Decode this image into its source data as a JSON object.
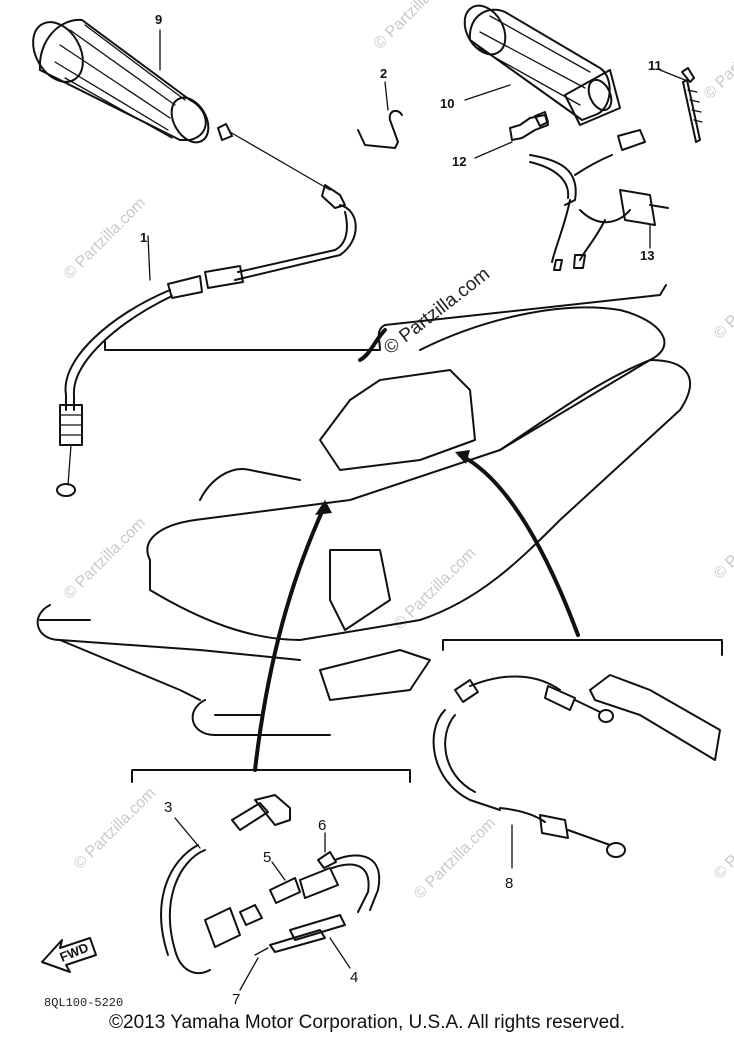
{
  "diagram": {
    "callouts": {
      "c1": "1",
      "c2": "2",
      "c3": "3",
      "c4": "4",
      "c5": "5",
      "c6": "6",
      "c7": "7",
      "c8": "8",
      "c9": "9",
      "c10": "10",
      "c11": "11",
      "c12": "12",
      "c13": "13"
    },
    "fwd_label": "FWD",
    "drawing_code": "8QL100-5220",
    "watermark": "© Partzilla.com"
  },
  "footer": {
    "copyright": "©2013 Yamaha Motor Corporation, U.S.A. All rights reserved."
  }
}
